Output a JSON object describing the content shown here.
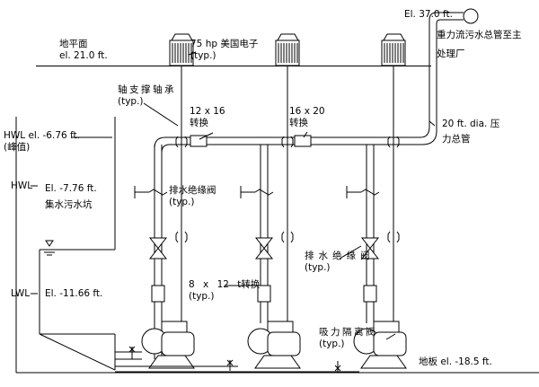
{
  "labels": {
    "ground_level": {
      "text": "地平面",
      "elevation": "el. 21.0 ft."
    },
    "motor": {
      "text": "75 hp 美国电子",
      "note": "(typ.)"
    },
    "gravity_main": {
      "elevation": "El. 37.0 ft.",
      "line1": "重力流污水总管至主",
      "line2": "处理厂"
    },
    "shaft_support": {
      "text": "轴支撑轴承",
      "note": "(typ.)"
    },
    "transition_12x16": {
      "line1": "12 x 16",
      "line2": "转换"
    },
    "transition_16x20": {
      "line1": "16 x 20",
      "line2": "转换"
    },
    "pressure_main": {
      "line1": "20 ft. dia. 压",
      "line2": "力总管"
    },
    "hwl_peak": {
      "line1": "HWL el. -6.76 ft.",
      "line2": "(峰值)"
    },
    "hwl": {
      "tag": "HWL",
      "elevation": "El. -7.76 ft.",
      "text": "集水污水坑"
    },
    "lwl": {
      "tag": "LWL",
      "elevation": "El. -11.66 ft."
    },
    "drain_valve_left": {
      "text": "排水绝缘阀",
      "note": "(typ.)"
    },
    "drain_valve_right": {
      "text": "排水绝缘阀",
      "note": "(typ.)"
    },
    "transition_8x12": {
      "line1": "8 x 12 t转换",
      "line2": "(typ.)"
    },
    "suction_valve": {
      "text": "吸力隔离阀",
      "note": "(typ.)"
    },
    "floor": {
      "text": "地板 el. -18.5 ft."
    }
  },
  "colors": {
    "line": "#000000",
    "background": "#ffffff"
  }
}
